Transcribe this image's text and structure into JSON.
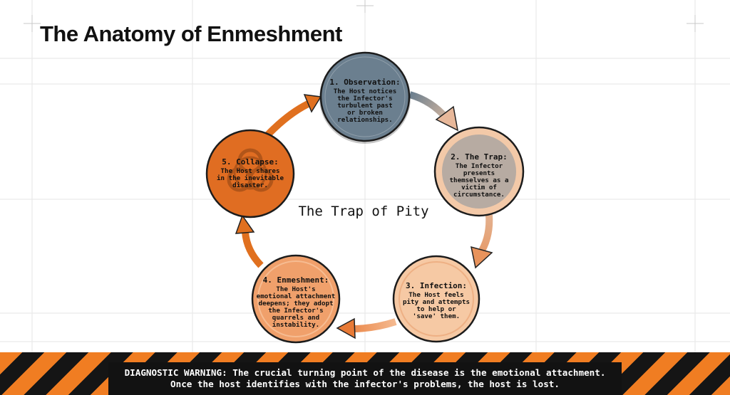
{
  "slide": {
    "title": "The Anatomy of Enmeshment",
    "center_label": "The Trap of Pity"
  },
  "cycle": {
    "nodes": [
      {
        "title": "1. Observation:",
        "lines": [
          "The Host notices",
          "the Infector's",
          "turbulent past",
          "or broken",
          "relationships."
        ],
        "color": "#6b7f8f"
      },
      {
        "title": "2. The Trap:",
        "lines": [
          "The Infector",
          "presents",
          "themselves as a",
          "victim of",
          "circumstance."
        ],
        "color": "#c9b0a0"
      },
      {
        "title": "3. Infection:",
        "lines": [
          "The Host feels",
          "pity and attempts",
          "to help or",
          "'save' them."
        ],
        "color": "#f6c7a3"
      },
      {
        "title": "4. Enmeshment:",
        "lines": [
          "The Host's",
          "emotional attachment",
          "deepens; they adopt",
          "the Infector's",
          "quarrels and",
          "instability."
        ],
        "color": "#f0a06b"
      },
      {
        "title": "5. Collapse:",
        "lines": [
          "The Host shares",
          "in the inevitable",
          "disaster."
        ],
        "color": "#e06d22"
      }
    ],
    "biohazard_icon": "biohazard-icon"
  },
  "warning": {
    "line1": "DIAGNOSTIC WARNING: The crucial turning point of the disease is the emotional attachment.",
    "line2": "Once the host identifies with the infector's problems, the host is lost."
  },
  "colors": {
    "accent_orange": "#f07d22",
    "arrow_orange": "#e0701f",
    "slate": "#6b7f8f",
    "stripe_dark": "#151515"
  }
}
